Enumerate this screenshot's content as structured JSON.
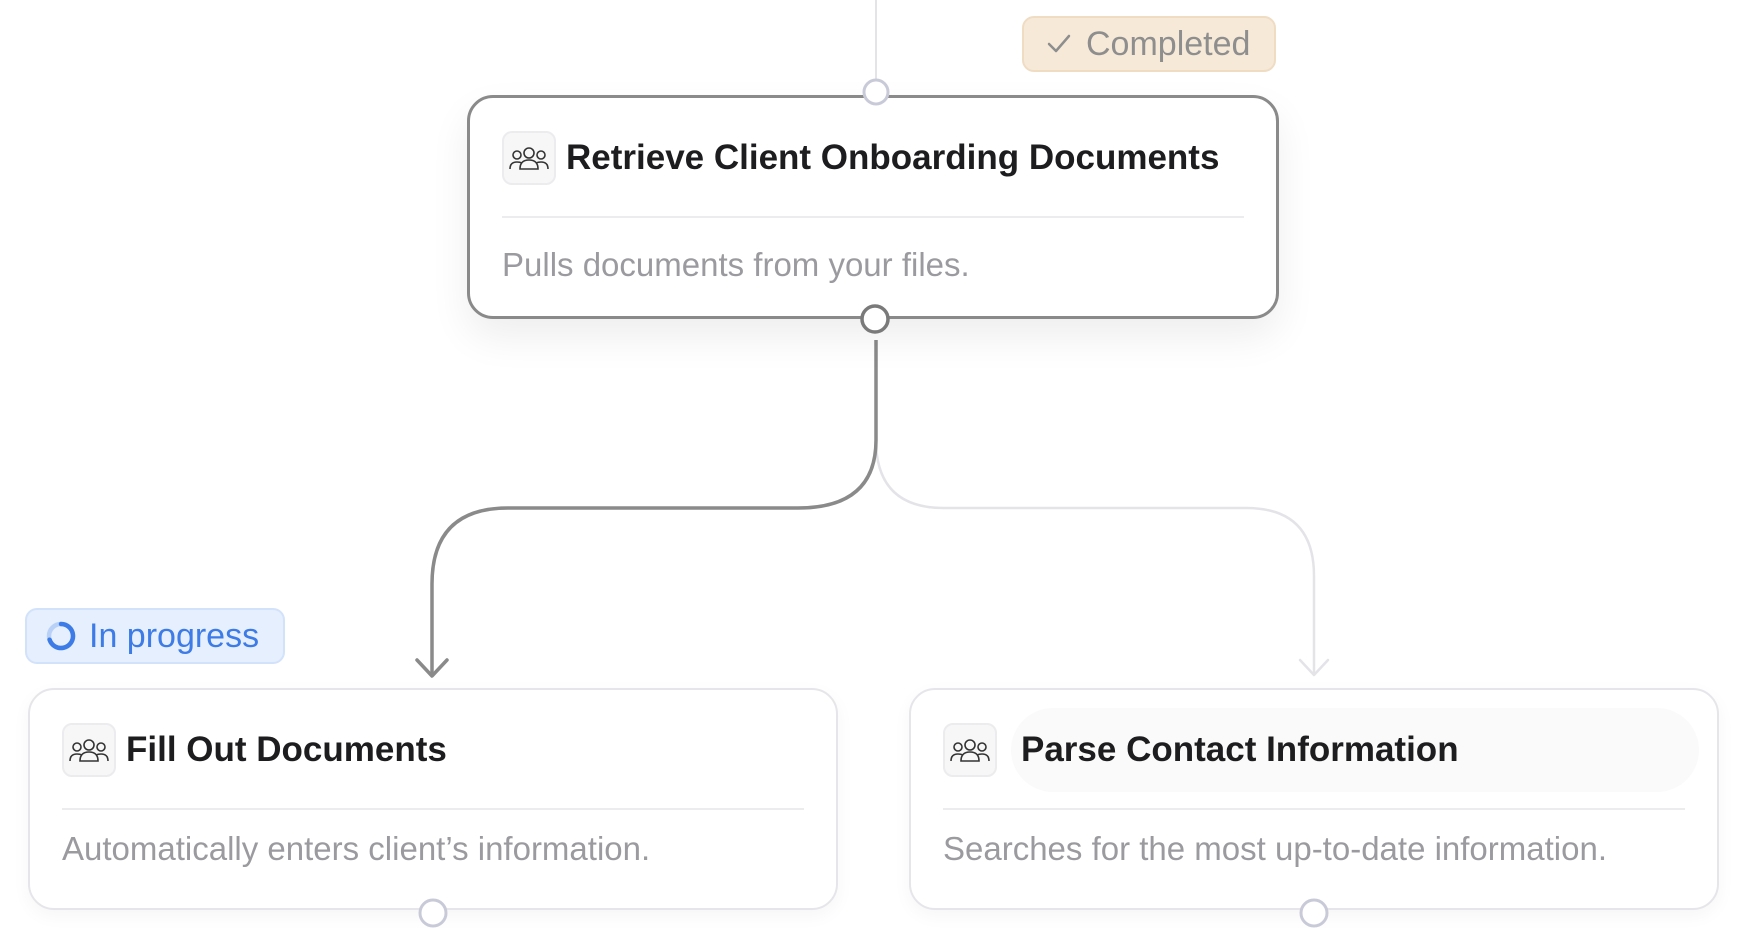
{
  "colors": {
    "active_edge": "#8a8a8a",
    "inactive_edge": "#e4e4e8",
    "port_active": "#7a7a7a",
    "port_idle": "#c9cad8",
    "completed_bg": "#f6e9d8",
    "progress_accent": "#3d7be6"
  },
  "badges": {
    "completed": {
      "label": "Completed",
      "icon": "checkmark-icon"
    },
    "in_progress": {
      "label": "In progress",
      "icon": "spinner-icon"
    }
  },
  "nodes": {
    "retrieve": {
      "title": "Retrieve Client Onboarding Documents",
      "description": "Pulls documents from your files.",
      "icon": "people-group-icon",
      "status": "completed"
    },
    "fill_out": {
      "title": "Fill Out Documents",
      "description": "Automatically enters client’s information.",
      "icon": "people-group-icon",
      "status": "in_progress"
    },
    "parse_contact": {
      "title": "Parse Contact Information",
      "description": "Searches for the most up-to-date information.",
      "icon": "people-group-icon",
      "status": "pending"
    }
  }
}
